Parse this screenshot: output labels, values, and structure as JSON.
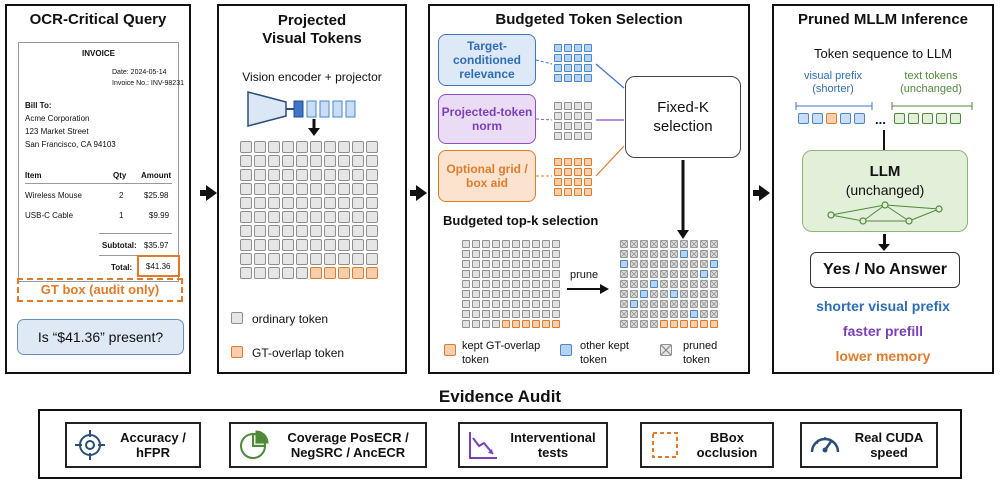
{
  "panels": {
    "ocr": {
      "title": "OCR-Critical Query",
      "invoice": {
        "heading": "INVOICE",
        "date": "Date: 2024-05-14",
        "invoice_no": "Invoice No.: INV-98231",
        "bill_to_label": "Bill To:",
        "bill_to_lines": [
          "Acme Corporation",
          "123 Market Street",
          "San Francisco, CA 94103"
        ],
        "columns": [
          "Item",
          "Qty",
          "Amount"
        ],
        "rows": [
          {
            "item": "Wireless Mouse",
            "qty": "2",
            "amount": "$25.98"
          },
          {
            "item": "USB-C Cable",
            "qty": "1",
            "amount": "$9.99"
          }
        ],
        "subtotal_label": "Subtotal:",
        "subtotal_value": "$35.97",
        "total_label": "Total:",
        "total_value": "$41.36"
      },
      "gt_box_label": "GT box (audit only)",
      "query": "Is “$41.36” present?"
    },
    "projected": {
      "title_line1": "Projected",
      "title_line2": "Visual Tokens",
      "encoder_label": "Vision encoder + projector",
      "legend_ordinary": "ordinary token",
      "legend_gt": "GT-overlap token"
    },
    "budgeted": {
      "title": "Budgeted Token Selection",
      "score_target": "Target-conditioned relevance",
      "score_norm": "Projected-token norm",
      "score_grid": "Optional grid / box aid",
      "selector": "Fixed-K selection",
      "topk_title": "Budgeted top-k selection",
      "prune_label": "prune",
      "legend_kept_gt": "kept GT-overlap token",
      "legend_other": "other kept token",
      "legend_pruned": "pruned token"
    },
    "pruned": {
      "title": "Pruned MLLM Inference",
      "seq_label": "Token sequence to LLM",
      "visual_prefix": "visual prefix (shorter)",
      "text_tokens": "text tokens (unchanged)",
      "ellipsis": "...",
      "llm_title": "LLM",
      "llm_sub": "(unchanged)",
      "answer": "Yes / No Answer",
      "benefit1": "shorter visual prefix",
      "benefit2": "faster prefill",
      "benefit3": "lower memory"
    }
  },
  "audit": {
    "title": "Evidence Audit",
    "items": [
      {
        "label": "Accuracy / hFPR",
        "icon": "target-icon"
      },
      {
        "label": "Coverage PosECR / NegSRC / AncECR",
        "icon": "pie-chart-icon"
      },
      {
        "label": "Interventional tests",
        "icon": "trend-down-chart-icon"
      },
      {
        "label": "BBox occlusion",
        "icon": "dashed-box-icon"
      },
      {
        "label": "Real CUDA speed",
        "icon": "speedometer-icon"
      }
    ]
  },
  "colors": {
    "blue": "#2e6db4",
    "purple": "#7a3fb8",
    "orange": "#e07b2c",
    "green": "#4f8a3a"
  }
}
